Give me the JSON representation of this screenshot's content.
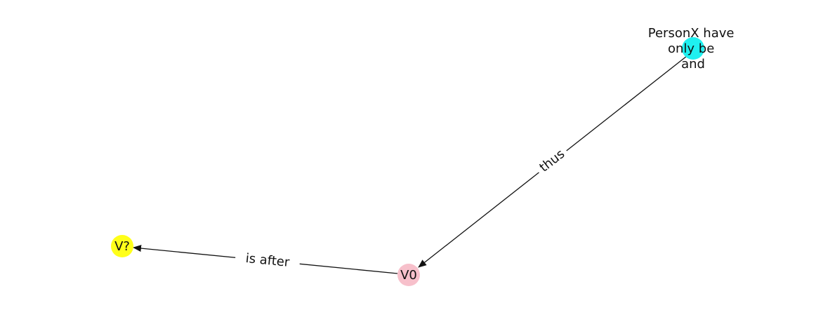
{
  "graph": {
    "nodes": [
      {
        "id": "n_personx",
        "label_lines": [
          "PersonX have",
          "only be",
          "and"
        ],
        "color": "#1ff0f0"
      },
      {
        "id": "n_v0",
        "label_lines": [
          "V0"
        ],
        "color": "#f7c0cb"
      },
      {
        "id": "n_vq",
        "label_lines": [
          "V?"
        ],
        "color": "#ffff1a"
      }
    ],
    "edges": [
      {
        "from": "n_personx",
        "to": "n_v0",
        "label": "thus"
      },
      {
        "from": "n_v0",
        "to": "n_vq",
        "label": "is after"
      }
    ],
    "edge_color": "#111111",
    "label_color": "#111111"
  }
}
